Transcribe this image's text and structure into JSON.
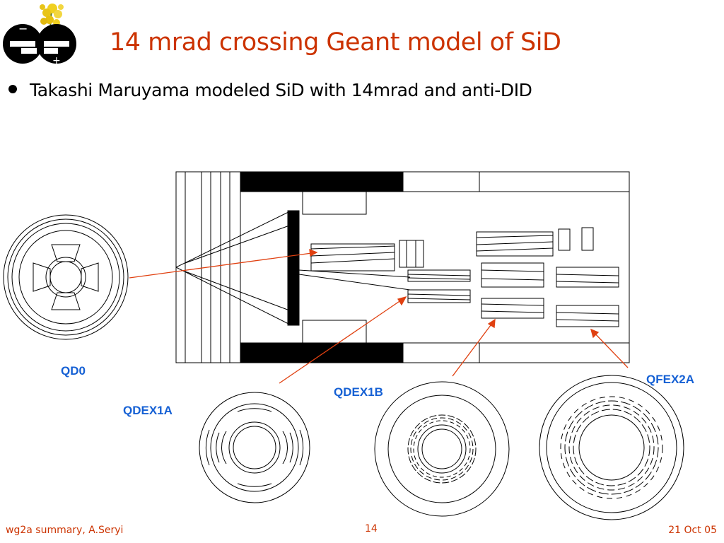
{
  "slide": {
    "title": "14 mrad crossing Geant model of SiD",
    "bullets": [
      "Takashi Maruyama modeled SiD with 14mrad and anti-DID"
    ]
  },
  "labels": {
    "qd0": "QD0",
    "qdex1a": "QDEX1A",
    "qdex1b": "QDEX1B",
    "qfex2a": "QFEX2A"
  },
  "footer": {
    "left": "wg2a summary, A.Seryi",
    "page": "14",
    "date": "21 Oct 05"
  },
  "colors": {
    "title": "#cc3300",
    "label": "#1560d4",
    "arrow": "#e04010"
  }
}
